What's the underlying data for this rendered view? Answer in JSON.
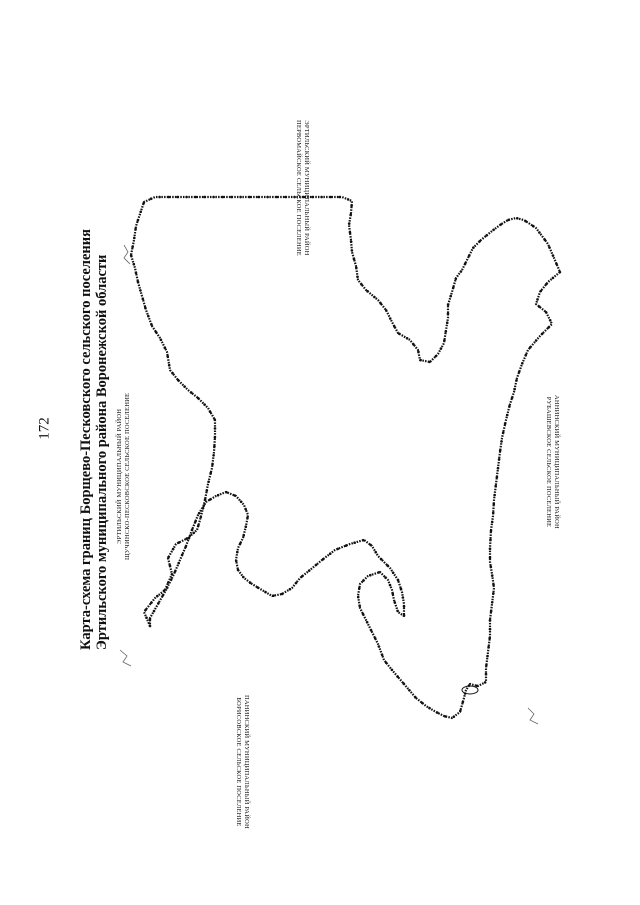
{
  "page": {
    "number": "172"
  },
  "title": {
    "line1": "Карта-схема границ Борщево-Песковского сельского поселения",
    "line2": "Эртильского муниципального района Воронежской области"
  },
  "regions": {
    "ertil_top": {
      "line1": "ЭРТИЛЬСКИЙ МУНИЦИПАЛЬНЫЙ РАЙОН",
      "line2": "ЩУЧИНСКО-ПЕСКОВСКОЕ СЕЛЬСКОЕ ПОСЕЛЕНИЕ"
    },
    "ertil_right": {
      "line1": "ЭРТИЛЬСКИЙ МУНИЦИПАЛЬНЫЙ РАЙОН",
      "line2": "ПЕРВОМАЙСКОЕ СЕЛЬСКОЕ ПОСЕЛЕНИЕ"
    },
    "paninsky": {
      "line1": "ПАНИНСКИЙ МУНИЦИПАЛЬНЫЙ РАЙОН",
      "line2": "БОРИСОВСКОЕ СЕЛЬСКОЕ ПОСЕЛЕНИЕ"
    },
    "anninsky": {
      "line1": "АННИНСКИЙ МУНИЦИПАЛЬНЫЙ РАЙОН",
      "line2": "РУБАШЕВСКОЕ СЕЛЬСКОЕ ПОСЕЛЕНИЕ"
    }
  },
  "colors": {
    "boundary": "#111111",
    "river": "#666666"
  }
}
